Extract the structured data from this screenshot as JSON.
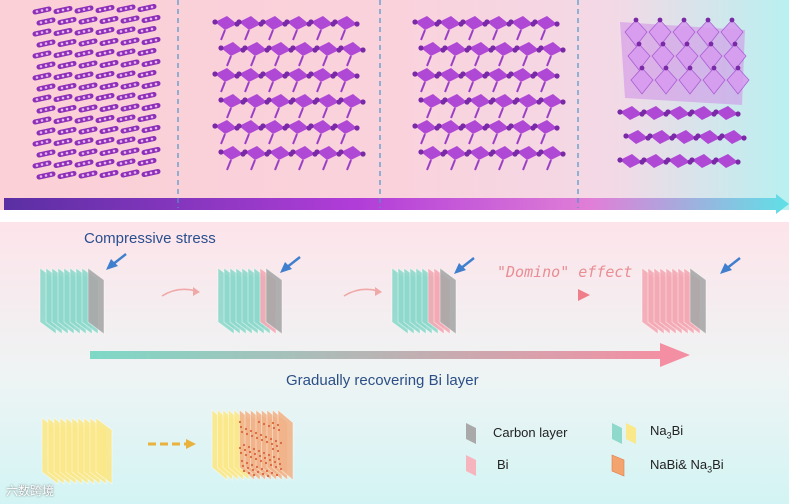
{
  "labels": {
    "compressive_stress": "Compressive stress",
    "domino_effect": "\"Domino\" effect",
    "recovering": "Gradually recovering Bi layer"
  },
  "legend": {
    "carbon": "Carbon layer",
    "bi": "Bi",
    "na3bi_prefix": "Na",
    "na3bi_sub": "3",
    "na3bi_suffix": "Bi",
    "mix_prefix": "NaBi& Na",
    "mix_sub": "3",
    "mix_suffix": "Bi"
  },
  "watermark": "六数跨境",
  "colors": {
    "carbon": "#a9a9a9",
    "bi": "#f4aab5",
    "na3bi_green": "#8fd9cc",
    "na3bi_yellow": "#fbe88a",
    "arrow_blue": "#3f7fce",
    "crystal": "#b048d6"
  }
}
